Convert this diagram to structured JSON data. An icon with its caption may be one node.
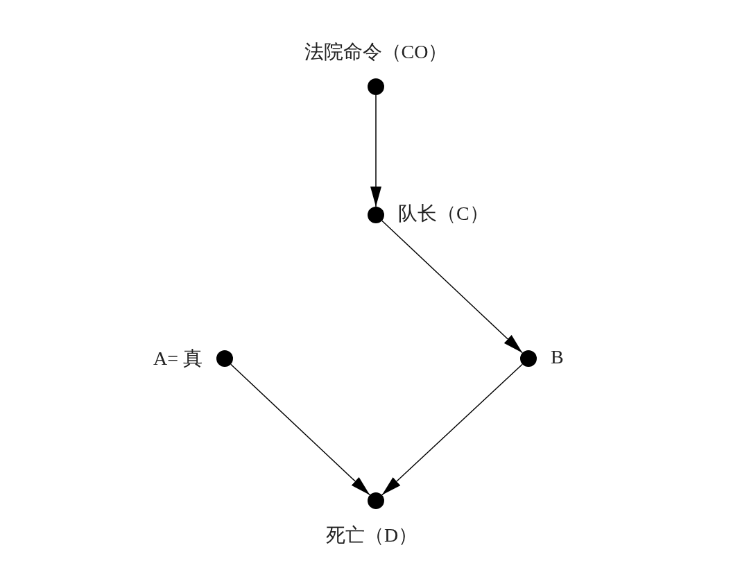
{
  "diagram": {
    "nodes": [
      {
        "text": [],
        "shape": "circle",
        "beside": [
          "法院命令（CO）"
        ]
      },
      {
        "text": [],
        "shape": "circle",
        "beside": [
          "队长（C）"
        ]
      },
      {
        "text": [],
        "shape": "circle",
        "beside": [
          "A= 真"
        ]
      },
      {
        "text": [],
        "shape": "circle",
        "beside": [
          "B"
        ]
      },
      {
        "text": [],
        "shape": "circle",
        "beside": [
          "死亡（D）"
        ]
      }
    ],
    "edges": [
      {
        "from": 0,
        "to": 1,
        "arrow": "to"
      },
      {
        "from": 1,
        "to": 3,
        "arrow": "to"
      },
      {
        "from": 2,
        "to": 4,
        "arrow": "to"
      },
      {
        "from": 3,
        "to": 4,
        "arrow": "to"
      }
    ]
  }
}
